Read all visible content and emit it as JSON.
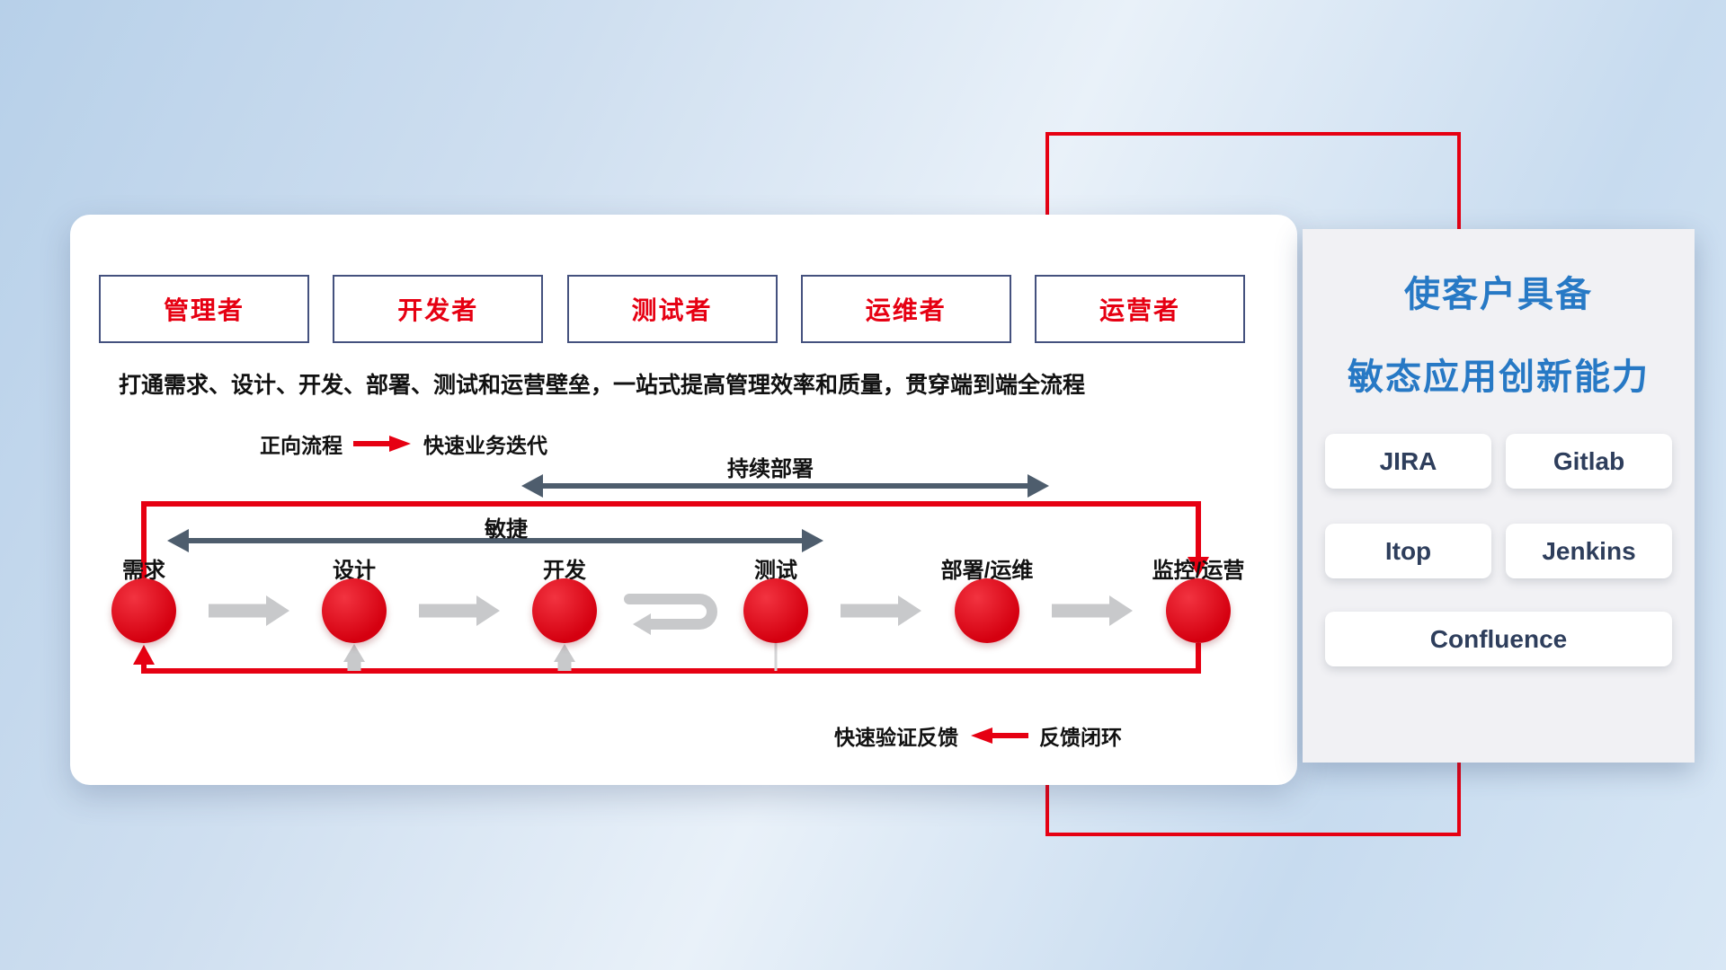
{
  "roles": [
    "管理者",
    "开发者",
    "测试者",
    "运维者",
    "运营者"
  ],
  "description": "打通需求、设计、开发、部署、测试和运营壁垒，一站式提高管理效率和质量，贯穿端到端全流程",
  "legend_forward": {
    "label": "正向流程",
    "value": "快速业务迭代"
  },
  "legend_feedback": {
    "label": "快速验证反馈",
    "value": "反馈闭环"
  },
  "flow": {
    "stages": [
      "需求",
      "设计",
      "开发",
      "测试",
      "部署/运维",
      "监控/运营"
    ],
    "agile_label": "敏捷",
    "continuous_deploy_label": "持续部署"
  },
  "right_panel": {
    "title_line1": "使客户具备",
    "title_line2": "敏态应用创新能力",
    "tools": [
      "JIRA",
      "Gitlab",
      "Itop",
      "Jenkins",
      "Confluence"
    ]
  },
  "colors": {
    "accent_red": "#e60012",
    "title_blue": "#2779c5",
    "flow_arrow_gray": "#c8c9cb",
    "span_arrow_dark": "#4e5d6d",
    "role_border": "#44517e"
  }
}
